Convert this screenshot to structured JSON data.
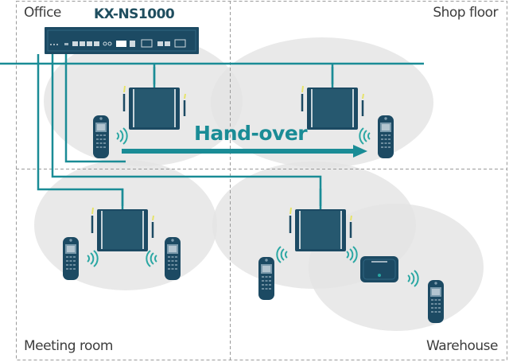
{
  "zones": {
    "office": "Office",
    "shop_floor": "Shop floor",
    "meeting_room": "Meeting room",
    "warehouse": "Warehouse"
  },
  "pbx": {
    "model": "KX-NS1000"
  },
  "handover": {
    "label": "Hand-over"
  },
  "colors": {
    "line": "#1a8c96",
    "device": "#1c4a63",
    "coverage": "#e3e3e3",
    "zone_border": "#9a9a9a"
  }
}
